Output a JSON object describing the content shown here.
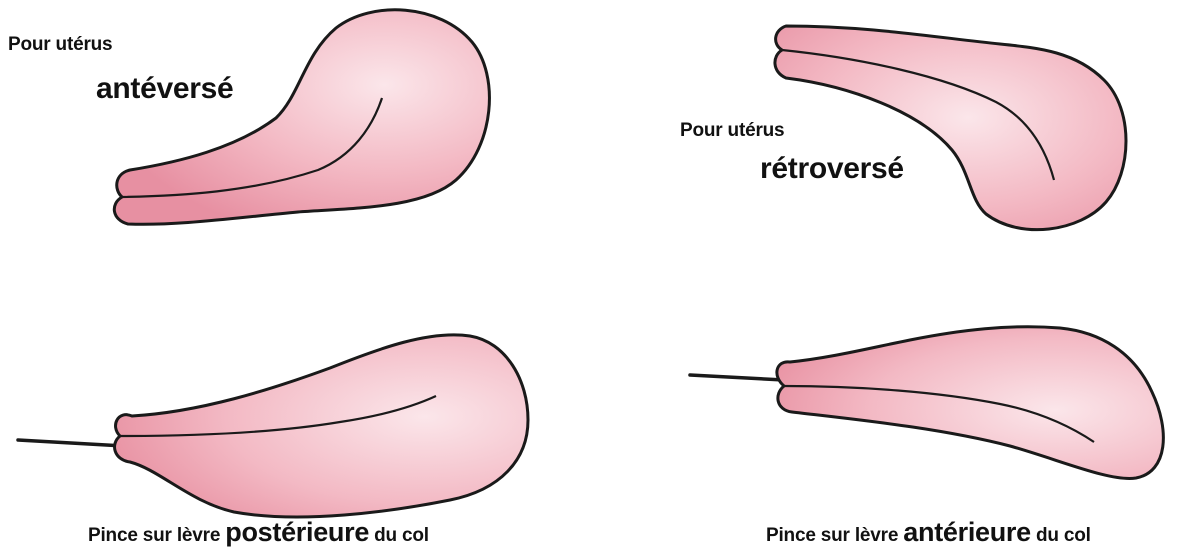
{
  "left_panel": {
    "label_line1": "Pour utérus",
    "label_line2": "antéversé",
    "caption_pre": "Pince sur lèvre",
    "caption_emphasis": "postérieure",
    "caption_post": "du col"
  },
  "right_panel": {
    "label_line1": "Pour utérus",
    "label_line2": "rétroversé",
    "caption_pre": "Pince sur lèvre",
    "caption_emphasis": "antérieure",
    "caption_post": "du col"
  },
  "colors": {
    "uterus_fill_light": "#fbe3e8",
    "uterus_fill_mid": "#f2aebb",
    "uterus_fill_dark": "#e48a9c",
    "outline": "#1a1a1a"
  }
}
